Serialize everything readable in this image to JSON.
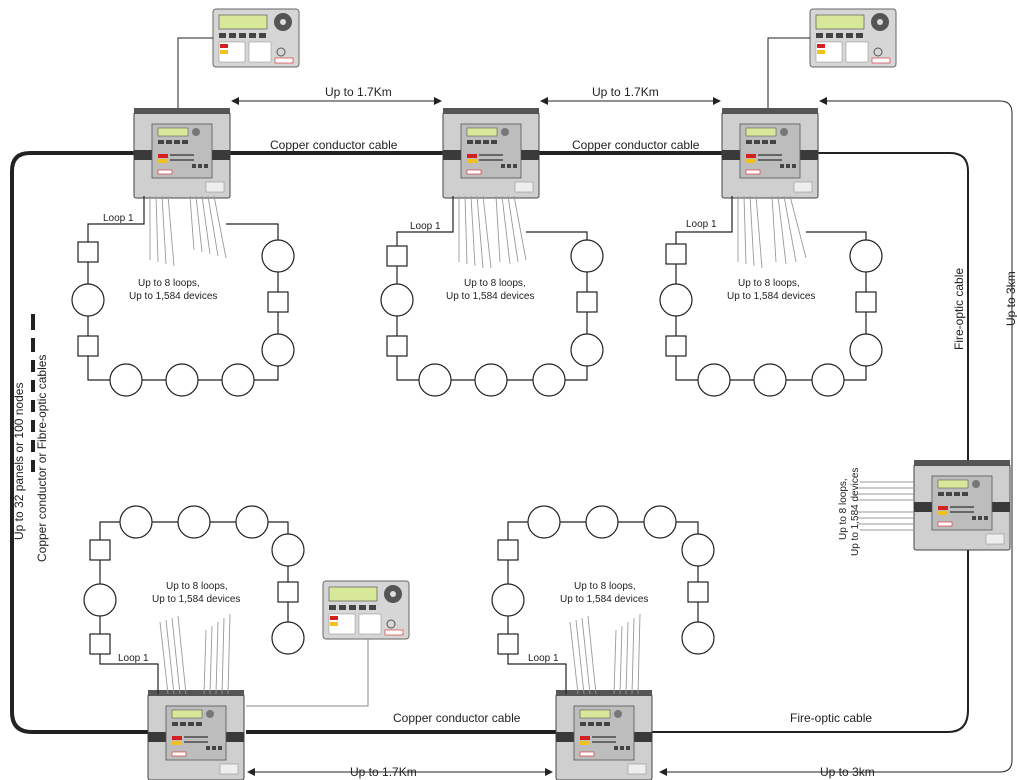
{
  "labels": {
    "dist_1": "Up to 1.7Km",
    "dist_2": "Up to 1.7Km",
    "dist_bottom": "Up to 1.7Km",
    "dist_right_3km": "Up to 3km",
    "dist_bottom_3km": "Up to 3km",
    "copper_1": "Copper conductor cable",
    "copper_2": "Copper conductor cable",
    "copper_bottom": "Copper conductor cable",
    "fibre_right": "Fire-optic cable",
    "fibre_bottom": "Fire-optic cable",
    "left_line1": "Up to 32 panels or 100 nodes",
    "left_line2": "Copper conductor or Fibre-optic cables",
    "loop_text_line1": "Up to 8 loops,",
    "loop_text_line2": "Up to 1,584 devices",
    "loop_label": "Loop 1",
    "side_loops_line1": "Up to 8 loops,",
    "side_loops_line2": "Up to 1,584 devices"
  },
  "colors": {
    "line": "#222222",
    "panel_body": "#cfcfcf",
    "panel_dark": "#3a3a3a",
    "lcd": "#d8e89a",
    "accent_red": "#d42020",
    "accent_yellow": "#f0c020"
  }
}
